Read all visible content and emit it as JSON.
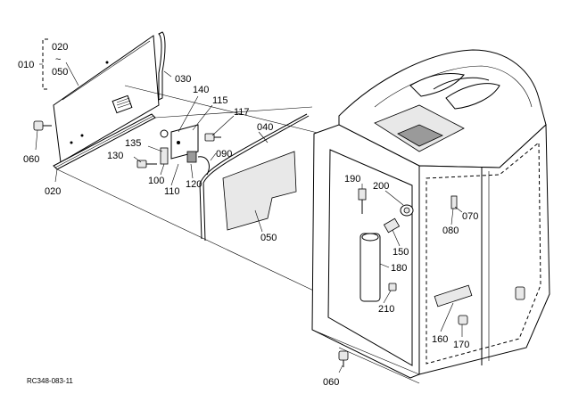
{
  "diagram": {
    "code": "RC348-083-11",
    "group_labels": [
      "020",
      "~",
      "050"
    ],
    "group_root": "010",
    "callouts": [
      {
        "id": "c030",
        "text": "030"
      },
      {
        "id": "c140",
        "text": "140"
      },
      {
        "id": "c115",
        "text": "115"
      },
      {
        "id": "c117",
        "text": "117"
      },
      {
        "id": "c040",
        "text": "040"
      },
      {
        "id": "c135",
        "text": "135"
      },
      {
        "id": "c130",
        "text": "130"
      },
      {
        "id": "c090",
        "text": "090"
      },
      {
        "id": "c100",
        "text": "100"
      },
      {
        "id": "c110",
        "text": "110"
      },
      {
        "id": "c120",
        "text": "120"
      },
      {
        "id": "c060a",
        "text": "060"
      },
      {
        "id": "c020",
        "text": "020"
      },
      {
        "id": "c050",
        "text": "050"
      },
      {
        "id": "c190",
        "text": "190"
      },
      {
        "id": "c200",
        "text": "200"
      },
      {
        "id": "c150",
        "text": "150"
      },
      {
        "id": "c180",
        "text": "180"
      },
      {
        "id": "c210",
        "text": "210"
      },
      {
        "id": "c070",
        "text": "070"
      },
      {
        "id": "c080",
        "text": "080"
      },
      {
        "id": "c160",
        "text": "160"
      },
      {
        "id": "c170",
        "text": "170"
      },
      {
        "id": "c060b",
        "text": "060"
      }
    ]
  }
}
